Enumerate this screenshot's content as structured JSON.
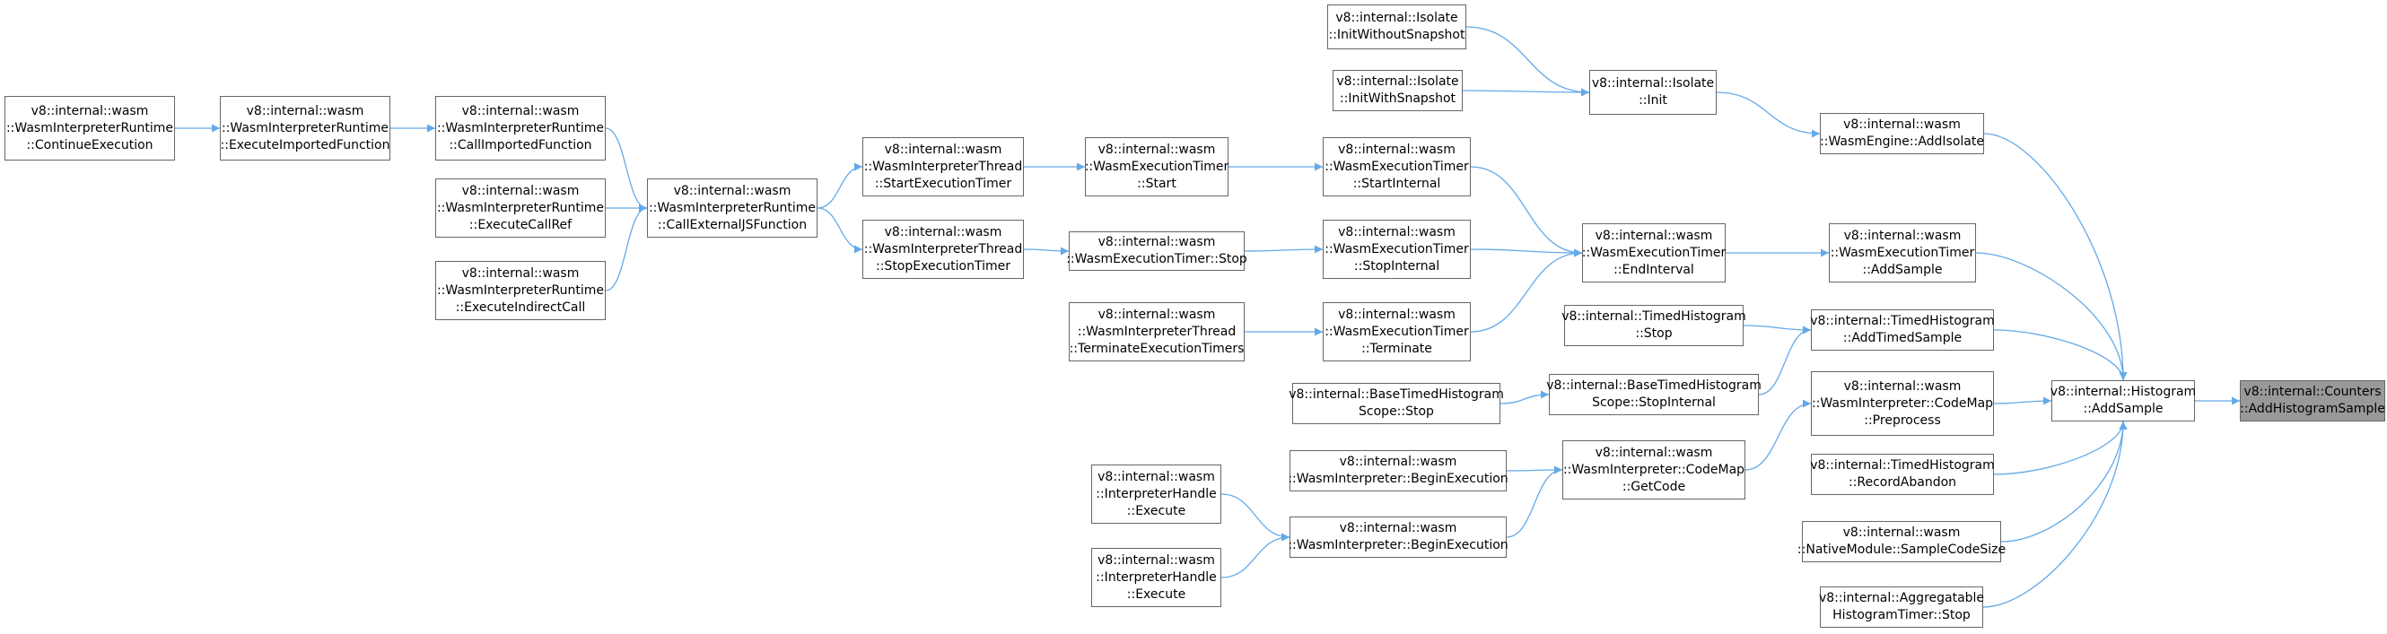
{
  "graph": {
    "edge_color": "#63a9e8",
    "node_border": "#666666",
    "focus_fill": "#999999",
    "nodes": [
      {
        "id": "continue",
        "lines": [
          "v8::internal::wasm",
          "::WasmInterpreterRuntime",
          "::ContinueExecution"
        ]
      },
      {
        "id": "execimported",
        "lines": [
          "v8::internal::wasm",
          "::WasmInterpreterRuntime",
          "::ExecuteImportedFunction"
        ]
      },
      {
        "id": "callimported",
        "lines": [
          "v8::internal::wasm",
          "::WasmInterpreterRuntime",
          "::CallImportedFunction"
        ]
      },
      {
        "id": "execcallref",
        "lines": [
          "v8::internal::wasm",
          "::WasmInterpreterRuntime",
          "::ExecuteCallRef"
        ]
      },
      {
        "id": "execindirect",
        "lines": [
          "v8::internal::wasm",
          "::WasmInterpreterRuntime",
          "::ExecuteIndirectCall"
        ]
      },
      {
        "id": "callexternal",
        "lines": [
          "v8::internal::wasm",
          "::WasmInterpreterRuntime",
          "::CallExternalJSFunction"
        ]
      },
      {
        "id": "thstart",
        "lines": [
          "v8::internal::wasm",
          "::WasmInterpreterThread",
          "::StartExecutionTimer"
        ]
      },
      {
        "id": "thstop",
        "lines": [
          "v8::internal::wasm",
          "::WasmInterpreterThread",
          "::StopExecutionTimer"
        ]
      },
      {
        "id": "timerstart",
        "lines": [
          "v8::internal::wasm",
          "::WasmExecutionTimer",
          "::Start"
        ]
      },
      {
        "id": "timerstop",
        "lines": [
          "v8::internal::wasm",
          "::WasmExecutionTimer::Stop"
        ]
      },
      {
        "id": "thterminate",
        "lines": [
          "v8::internal::wasm",
          "::WasmInterpreterThread",
          "::TerminateExecutionTimers"
        ]
      },
      {
        "id": "isoinitnosnap",
        "lines": [
          "v8::internal::Isolate",
          "::InitWithoutSnapshot"
        ]
      },
      {
        "id": "isoinitsnap",
        "lines": [
          "v8::internal::Isolate",
          "::InitWithSnapshot"
        ]
      },
      {
        "id": "startinternal",
        "lines": [
          "v8::internal::wasm",
          "::WasmExecutionTimer",
          "::StartInternal"
        ]
      },
      {
        "id": "stopinternal",
        "lines": [
          "v8::internal::wasm",
          "::WasmExecutionTimer",
          "::StopInternal"
        ]
      },
      {
        "id": "terminate",
        "lines": [
          "v8::internal::wasm",
          "::WasmExecutionTimer",
          "::Terminate"
        ]
      },
      {
        "id": "btscopestop",
        "lines": [
          "v8::internal::BaseTimedHistogram",
          "Scope::Stop"
        ]
      },
      {
        "id": "interp1",
        "lines": [
          "v8::internal::wasm",
          "::WasmInterpreter::BeginExecution"
        ]
      },
      {
        "id": "interp2",
        "lines": [
          "v8::internal::wasm",
          "::WasmInterpreter::BeginExecution"
        ]
      },
      {
        "id": "handle1",
        "lines": [
          "v8::internal::wasm",
          "::InterpreterHandle",
          "::Execute"
        ]
      },
      {
        "id": "handle2",
        "lines": [
          "v8::internal::wasm",
          "::InterpreterHandle",
          "::Execute"
        ]
      },
      {
        "id": "isoinit",
        "lines": [
          "v8::internal::Isolate",
          "::Init"
        ]
      },
      {
        "id": "endinterval",
        "lines": [
          "v8::internal::wasm",
          "::WasmExecutionTimer",
          "::EndInterval"
        ]
      },
      {
        "id": "thstophist",
        "lines": [
          "v8::internal::TimedHistogram",
          "::Stop"
        ]
      },
      {
        "id": "btstopinternal",
        "lines": [
          "v8::internal::BaseTimedHistogram",
          "Scope::StopInternal"
        ]
      },
      {
        "id": "getcode",
        "lines": [
          "v8::internal::wasm",
          "::WasmInterpreter::CodeMap",
          "::GetCode"
        ]
      },
      {
        "id": "addisolate",
        "lines": [
          "v8::internal::wasm",
          "::WasmEngine::AddIsolate"
        ]
      },
      {
        "id": "timeraddsample",
        "lines": [
          "v8::internal::wasm",
          "::WasmExecutionTimer",
          "::AddSample"
        ]
      },
      {
        "id": "addtimedsample",
        "lines": [
          "v8::internal::TimedHistogram",
          "::AddTimedSample"
        ]
      },
      {
        "id": "preprocess",
        "lines": [
          "v8::internal::wasm",
          "::WasmInterpreter::CodeMap",
          "::Preprocess"
        ]
      },
      {
        "id": "recordabandon",
        "lines": [
          "v8::internal::TimedHistogram",
          "::RecordAbandon"
        ]
      },
      {
        "id": "samplecodesize",
        "lines": [
          "v8::internal::wasm",
          "::NativeModule::SampleCodeSize"
        ]
      },
      {
        "id": "aggstop",
        "lines": [
          "v8::internal::Aggregatable",
          "HistogramTimer::Stop"
        ]
      },
      {
        "id": "histaddsample",
        "lines": [
          "v8::internal::Histogram",
          "::AddSample"
        ]
      },
      {
        "id": "counters",
        "lines": [
          "v8::internal::Counters",
          "::AddHistogramSample"
        ],
        "focus": true
      }
    ],
    "edges": [
      [
        "continue",
        "execimported"
      ],
      [
        "execimported",
        "callimported"
      ],
      [
        "callimported",
        "callexternal"
      ],
      [
        "execcallref",
        "callexternal"
      ],
      [
        "execindirect",
        "callexternal"
      ],
      [
        "callexternal",
        "thstart"
      ],
      [
        "callexternal",
        "thstop"
      ],
      [
        "thstart",
        "timerstart"
      ],
      [
        "thstop",
        "timerstop"
      ],
      [
        "timerstart",
        "startinternal"
      ],
      [
        "timerstop",
        "stopinternal"
      ],
      [
        "thterminate",
        "terminate"
      ],
      [
        "startinternal",
        "endinterval"
      ],
      [
        "stopinternal",
        "endinterval"
      ],
      [
        "terminate",
        "endinterval"
      ],
      [
        "isoinitnosnap",
        "isoinit"
      ],
      [
        "isoinitsnap",
        "isoinit"
      ],
      [
        "isoinit",
        "addisolate"
      ],
      [
        "endinterval",
        "timeraddsample"
      ],
      [
        "thstophist",
        "addtimedsample"
      ],
      [
        "btscopestop",
        "btstopinternal"
      ],
      [
        "btstopinternal",
        "addtimedsample"
      ],
      [
        "handle1",
        "interp2"
      ],
      [
        "handle2",
        "interp2"
      ],
      [
        "interp1",
        "getcode"
      ],
      [
        "interp2",
        "getcode"
      ],
      [
        "getcode",
        "preprocess"
      ],
      [
        "addisolate",
        "histaddsample"
      ],
      [
        "timeraddsample",
        "histaddsample"
      ],
      [
        "addtimedsample",
        "histaddsample"
      ],
      [
        "preprocess",
        "histaddsample"
      ],
      [
        "recordabandon",
        "histaddsample"
      ],
      [
        "samplecodesize",
        "histaddsample"
      ],
      [
        "aggstop",
        "histaddsample"
      ],
      [
        "histaddsample",
        "counters"
      ]
    ]
  }
}
